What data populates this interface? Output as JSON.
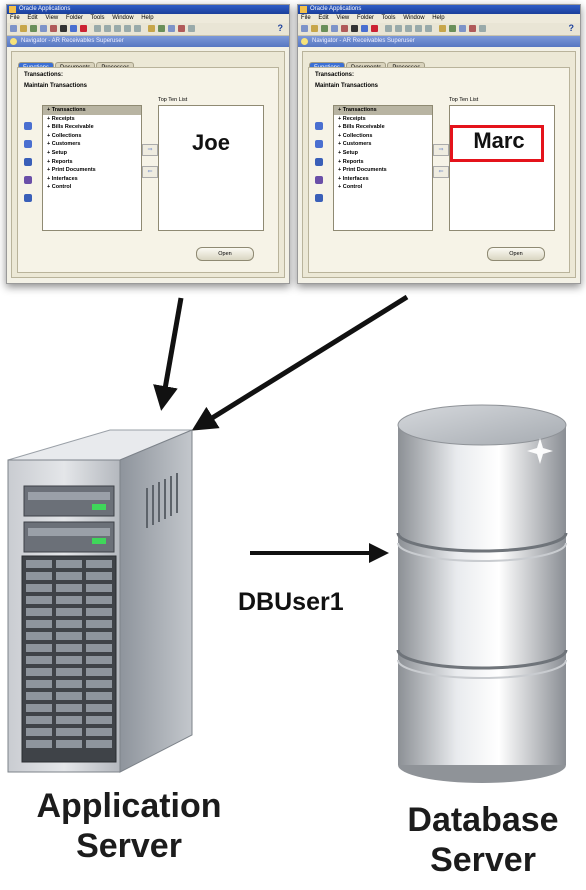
{
  "windows": [
    {
      "title": "Oracle Applications",
      "menu": [
        "File",
        "Edit",
        "View",
        "Folder",
        "Tools",
        "Window",
        "Help"
      ],
      "navigator_title": "Navigator - AR Receivables Superuser",
      "tabs": [
        "Functions",
        "Documents",
        "Processes"
      ],
      "section_title": "Transactions:",
      "section_subtitle": "Maintain Transactions",
      "list_items": [
        "+ Transactions",
        "+ Receipts",
        "+ Bills Receivable",
        "+ Collections",
        "+ Customers",
        "+ Setup",
        "+ Reports",
        "+ Print Documents",
        "+ Interfaces",
        "+ Control"
      ],
      "top_ten_label": "Top Ten List",
      "user": "Joe",
      "open_button": "Open"
    },
    {
      "title": "Oracle Applications",
      "menu": [
        "File",
        "Edit",
        "View",
        "Folder",
        "Tools",
        "Window",
        "Help"
      ],
      "navigator_title": "Navigator - AR Receivables Superuser",
      "tabs": [
        "Functions",
        "Documents",
        "Processes"
      ],
      "section_title": "Transactions:",
      "section_subtitle": "Maintain Transactions",
      "list_items": [
        "+ Transactions",
        "+ Receipts",
        "+ Bills Receivable",
        "+ Collections",
        "+ Customers",
        "+ Setup",
        "+ Reports",
        "+ Print Documents",
        "+ Interfaces",
        "+ Control"
      ],
      "top_ten_label": "Top Ten List",
      "user": "Marc",
      "open_button": "Open"
    }
  ],
  "connection_label": "DBUser1",
  "app_server_label": [
    "Application",
    "Server"
  ],
  "db_server_label": [
    "Database",
    "Server"
  ],
  "colors": {
    "highlight": "#e4131b",
    "oracle_blue": "#1b3f9b"
  }
}
